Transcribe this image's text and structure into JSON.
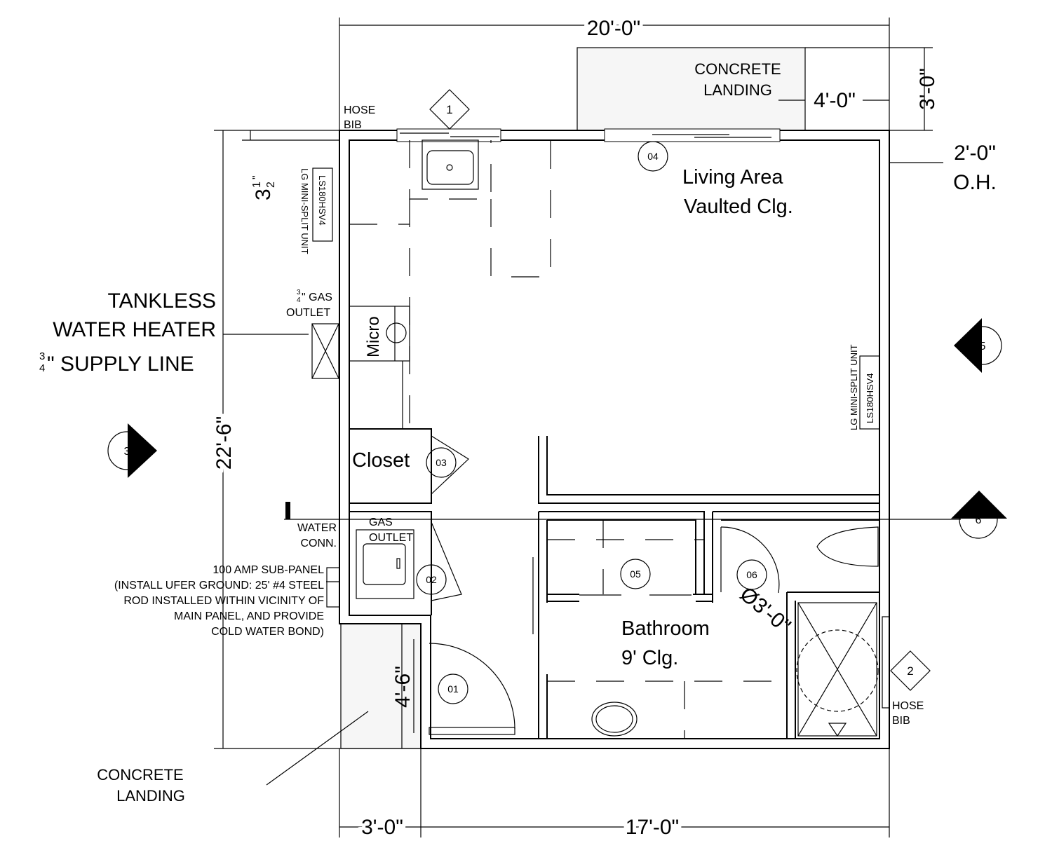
{
  "dimensions": {
    "overall_width": "20'-0\"",
    "landing_depth": "3'-0\"",
    "landing_offset": "4'-0\"",
    "overhang": "2'-0\"",
    "overhang_label": "O.H.",
    "overall_depth": "22'-6\"",
    "wall_thickness_whole": "3",
    "wall_thickness_num": "1",
    "wall_thickness_den": "2",
    "wall_thickness_inch": "\"",
    "bottom_left": "3'-0\"",
    "bottom_right": "17'-0\"",
    "side_landing": "4'-6\"",
    "shower_diameter": "Ø3'-0\""
  },
  "rooms": {
    "living_line1": "Living Area",
    "living_line2": "Vaulted Clg.",
    "closet": "Closet",
    "bath_line1": "Bathroom",
    "bath_line2": "9' Clg.",
    "micro": "Micro"
  },
  "notes": {
    "landing_top_1": "CONCRETE",
    "landing_top_2": "LANDING",
    "hose_bib_top_1": "HOSE",
    "hose_bib_top_2": "BIB",
    "hose_bib_right_1": "HOSE",
    "hose_bib_right_2": "BIB",
    "minisplit_left_model": "LS180HSV4",
    "minisplit_left_name": "LG MINI-SPLIT UNIT",
    "minisplit_right_model": "LS180HSV4",
    "minisplit_right_name": "LG MINI-SPLIT UNIT",
    "gas_outlet_top_frac_num": "3",
    "gas_outlet_top_frac_den": "4",
    "gas_outlet_top_1": "\" GAS",
    "gas_outlet_top_2": "OUTLET",
    "heater_1": "TANKLESS",
    "heater_2": "WATER HEATER",
    "heater_frac_num": "3",
    "heater_frac_den": "4",
    "heater_3": "\" SUPPLY LINE",
    "water_conn_1": "WATER",
    "water_conn_2": "CONN.",
    "gas_outlet_laundry_1": "GAS",
    "gas_outlet_laundry_2": "OUTLET",
    "subpanel": [
      "100 AMP SUB-PANEL",
      "(INSTALL UFER GROUND: 25' #4 STEEL",
      "ROD INSTALLED WITHIN VICINITY OF",
      "MAIN PANEL, AND PROVIDE",
      "COLD WATER BOND)"
    ],
    "landing_side_1": "CONCRETE",
    "landing_side_2": "LANDING"
  },
  "tags": {
    "elev_1": "1",
    "elev_2": "2",
    "elev_3": "3",
    "elev_5": "5",
    "elev_6": "6",
    "door_01": "01",
    "door_02": "02",
    "door_03": "03",
    "door_04": "04",
    "door_05": "05",
    "door_06": "06"
  }
}
